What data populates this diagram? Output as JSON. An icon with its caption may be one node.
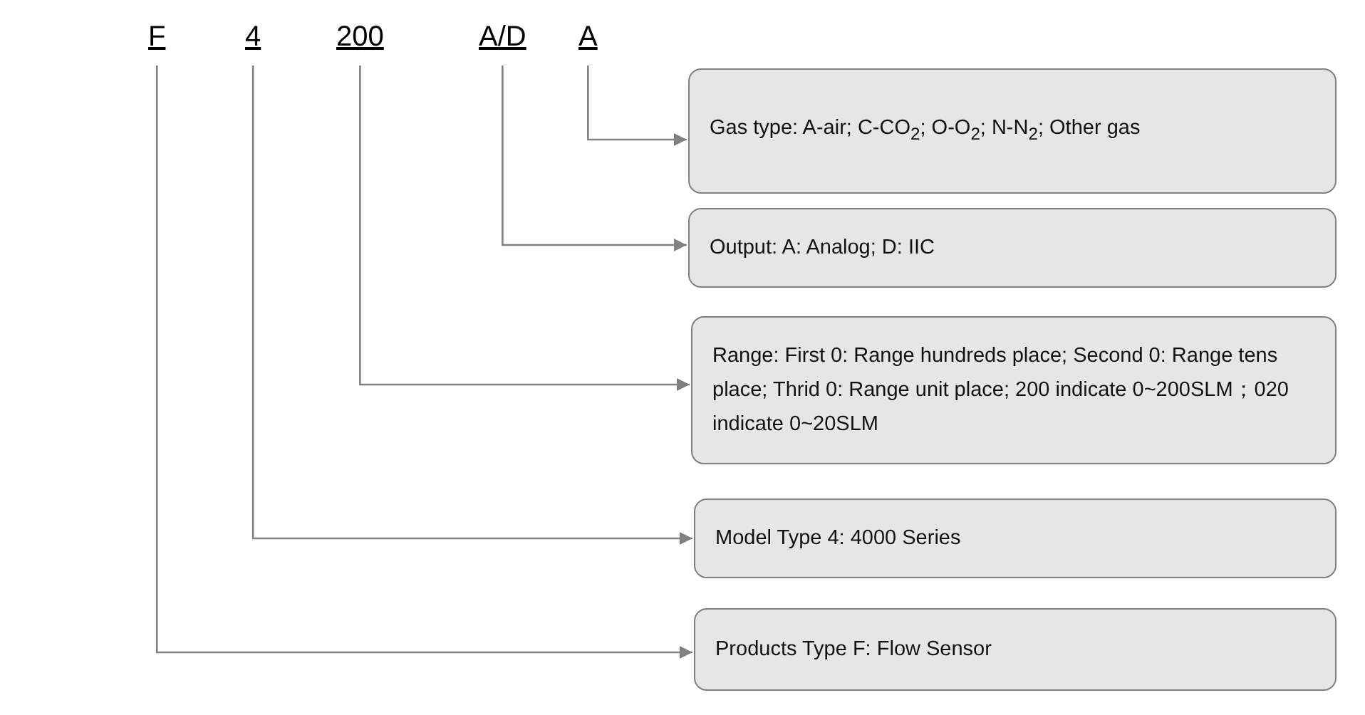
{
  "diagram": {
    "nodes": [
      {
        "text": [
          "F"
        ]
      },
      {
        "text": [
          "4"
        ]
      },
      {
        "text": [
          "200"
        ]
      },
      {
        "text": [
          "A/D"
        ]
      },
      {
        "text": [
          "A"
        ]
      },
      {
        "text": [
          "Gas type: A-air; C-CO$_{2}$; O-O$_{2}$; N-N$_{2}$; Other gas"
        ]
      },
      {
        "text": [
          "Output:   A: Analog;     D: IIC"
        ]
      },
      {
        "text": [
          "Range: First 0: Range hundreds place; Second 0: Range tens place; Thrid 0: Range unit place; 200 indicate 0~200SLM；020 indicate 0~20SLM"
        ]
      },
      {
        "text": [
          "Model Type 4:   4000 Series"
        ]
      },
      {
        "text": [
          "Products Type F:   Flow Sensor"
        ]
      }
    ],
    "edges": [
      {
        "from": 4,
        "to": 5,
        "arrow": "to"
      },
      {
        "from": 3,
        "to": 6,
        "arrow": "to"
      },
      {
        "from": 2,
        "to": 7,
        "arrow": "to"
      },
      {
        "from": 1,
        "to": 8,
        "arrow": "to"
      },
      {
        "from": 0,
        "to": 9,
        "arrow": "to"
      }
    ]
  }
}
